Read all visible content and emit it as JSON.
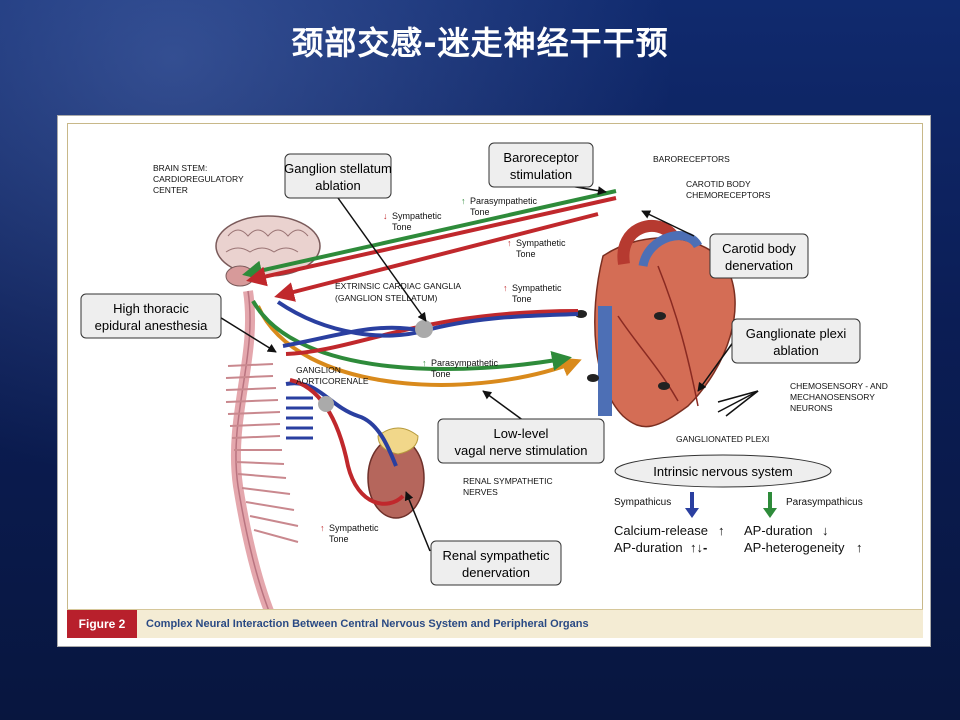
{
  "slide": {
    "title": "颈部交感-迷走神经干干预"
  },
  "figure": {
    "label": "Figure 2",
    "caption": "Complex Neural Interaction Between Central Nervous System and Peripheral Organs"
  },
  "boxes": {
    "ganglion_stellatum": [
      "Ganglion stellatum",
      "ablation"
    ],
    "baroreceptor": [
      "Baroreceptor",
      "stimulation"
    ],
    "carotid_body": [
      "Carotid body",
      "denervation"
    ],
    "high_thoracic": [
      "High thoracic",
      "epidural anesthesia"
    ],
    "ganglionate_plexi": [
      "Ganglionate plexi",
      "ablation"
    ],
    "low_level": [
      "Low-level",
      "vagal nerve stimulation"
    ],
    "renal": [
      "Renal sympathetic",
      "denervation"
    ],
    "intrinsic": "Intrinsic nervous system"
  },
  "labels": {
    "brain_stem": [
      "BRAIN STEM:",
      "CARDIOREGULATORY",
      "CENTER"
    ],
    "baroreceptors": "BARORECEPTORS",
    "carotid_chemo": [
      "CAROTID BODY",
      "CHEMORECEPTORS"
    ],
    "extrinsic": [
      "EXTRINSIC CARDIAC GANGLIA",
      "(GANGLION STELLATUM)"
    ],
    "ganglion_aortico": [
      "GANGLION",
      "AORTICORENALE"
    ],
    "chemosensory": [
      "CHEMOSENSORY - AND",
      "MECHANOSENSORY",
      "NEURONS"
    ],
    "ganglionated_plexi": "GANGLIONATED PLEXI",
    "renal_nerves": [
      "RENAL SYMPATHETIC",
      "NERVES"
    ],
    "sym_tone_down": [
      "Sympathetic",
      "Tone"
    ],
    "para_tone_up_1": [
      "Parasympathetic",
      "Tone"
    ],
    "sym_tone_up_1": [
      "Sympathetic",
      "Tone"
    ],
    "sym_tone_up_2": [
      "Sympathetic",
      "Tone"
    ],
    "para_tone_up_2": [
      "Parasympathetic",
      "Tone"
    ],
    "sym_tone_up_3": [
      "Sympathetic",
      "Tone"
    ]
  },
  "intrinsic_effects": {
    "sympathicus": "Sympathicus",
    "parasympathicus": "Parasympathicus",
    "calcium_release": "Calcium-release",
    "ap_duration_left": "AP-duration",
    "ap_duration_right": "AP-duration",
    "ap_heterogeneity": "AP-heterogeneity"
  },
  "colors": {
    "sympathetic": "#c0282c",
    "parasympathetic": "#2e8b3a",
    "vagal": "#d98a1c",
    "efferent": "#2a3fa0",
    "title_bg": "#0b1d55"
  }
}
